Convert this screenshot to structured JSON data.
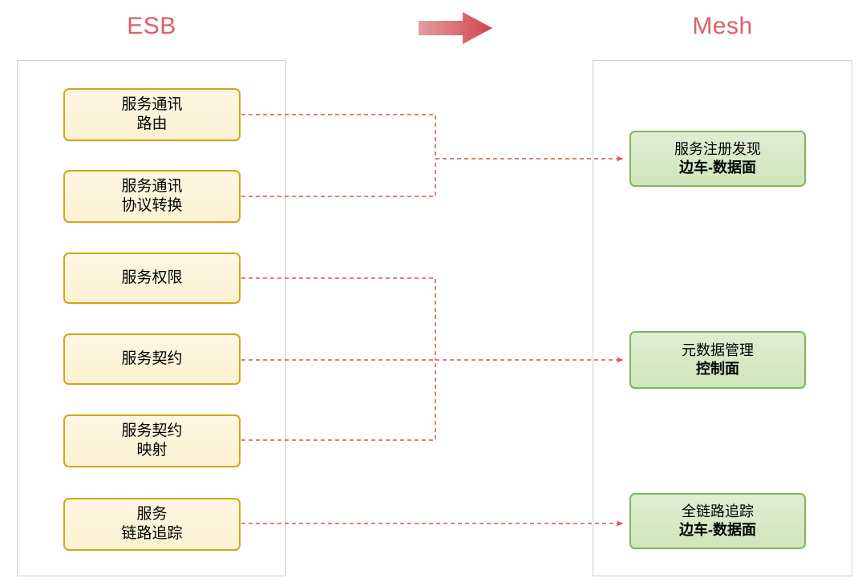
{
  "columns": {
    "left": {
      "title": "ESB"
    },
    "right": {
      "title": "Mesh"
    }
  },
  "transition": {
    "icon": "right-arrow-icon",
    "color_start": "#e28f92",
    "color_end": "#d4454c"
  },
  "esb_nodes": [
    {
      "id": "esb-0",
      "line1": "服务通讯",
      "line2": "路由"
    },
    {
      "id": "esb-1",
      "line1": "服务通讯",
      "line2": "协议转换"
    },
    {
      "id": "esb-2",
      "line1": "服务权限",
      "line2": ""
    },
    {
      "id": "esb-3",
      "line1": "服务契约",
      "line2": ""
    },
    {
      "id": "esb-4",
      "line1": "服务契约",
      "line2": "映射"
    },
    {
      "id": "esb-5",
      "line1": "服务",
      "line2": "链路追踪"
    }
  ],
  "mesh_nodes": [
    {
      "id": "mesh-0",
      "line1": "服务注册发现",
      "line2": "边车-数据面"
    },
    {
      "id": "mesh-1",
      "line1": "元数据管理",
      "line2": "控制面"
    },
    {
      "id": "mesh-2",
      "line1": "全链路追踪",
      "line2": "边车-数据面"
    }
  ],
  "connections": [
    {
      "from": "esb-0",
      "to": "mesh-0"
    },
    {
      "from": "esb-1",
      "to": "mesh-0"
    },
    {
      "from": "esb-2",
      "to": "mesh-1"
    },
    {
      "from": "esb-3",
      "to": "mesh-1"
    },
    {
      "from": "esb-4",
      "to": "mesh-1"
    },
    {
      "from": "esb-5",
      "to": "mesh-2"
    }
  ],
  "style": {
    "connector_color": "#d9534f",
    "connector_dash": "5 4",
    "esb_fill": "#fcf2d6",
    "esb_border": "#d6a41b",
    "mesh_fill": "#d5e8c6",
    "mesh_border": "#7fb857",
    "container_border": "#cfcfcf",
    "title_color": "#d9606a"
  }
}
